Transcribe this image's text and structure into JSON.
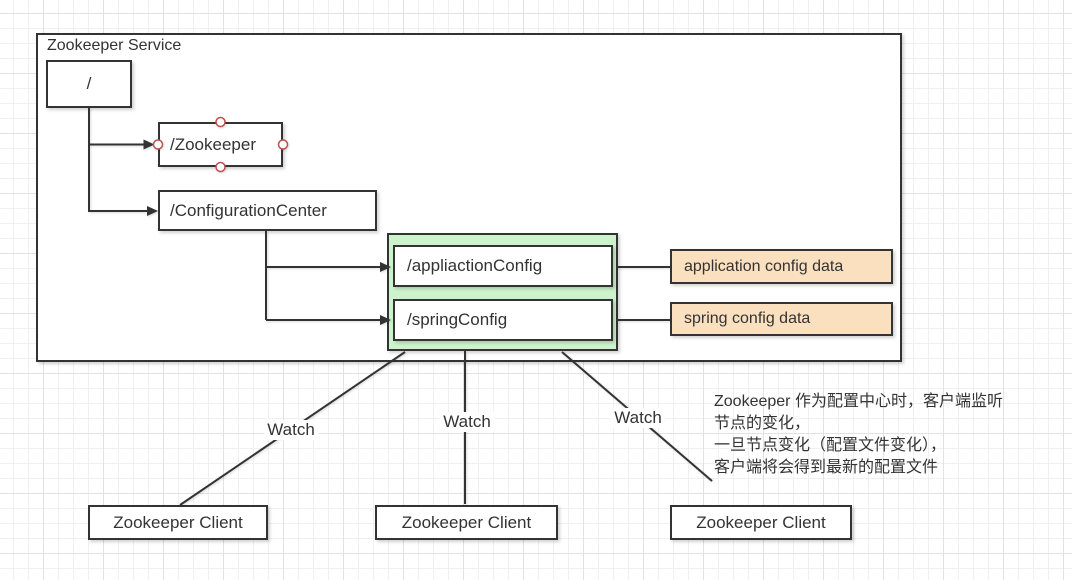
{
  "service": {
    "title": "Zookeeper Service",
    "nodes": {
      "root": "/",
      "zookeeper": "/Zookeeper",
      "configuration_center": "/ConfigurationCenter",
      "appliaction_config": "/appliactionConfig",
      "spring_config": "/springConfig"
    }
  },
  "data_boxes": {
    "application": "application config data",
    "spring": "spring config data"
  },
  "watch_labels": [
    "Watch",
    "Watch",
    "Watch"
  ],
  "clients": [
    {
      "label": "Zookeeper Client"
    },
    {
      "label": "Zookeeper Client"
    },
    {
      "label": "Zookeeper Client"
    }
  ],
  "note": {
    "lines": [
      "Zookeeper 作为配置中心时，客户端监听",
      "节点的变化，",
      "一旦节点变化（配置文件变化），",
      "客户端将会得到最新的配置文件"
    ]
  },
  "colors": {
    "stroke": "#333333",
    "text": "#333333",
    "green_fill": "#ccf3cc",
    "orange_fill": "#fbe0c0",
    "handle_stroke": "#c0504d",
    "grid_minor": "#f0f0f0",
    "grid_major": "#e2e2e2"
  }
}
